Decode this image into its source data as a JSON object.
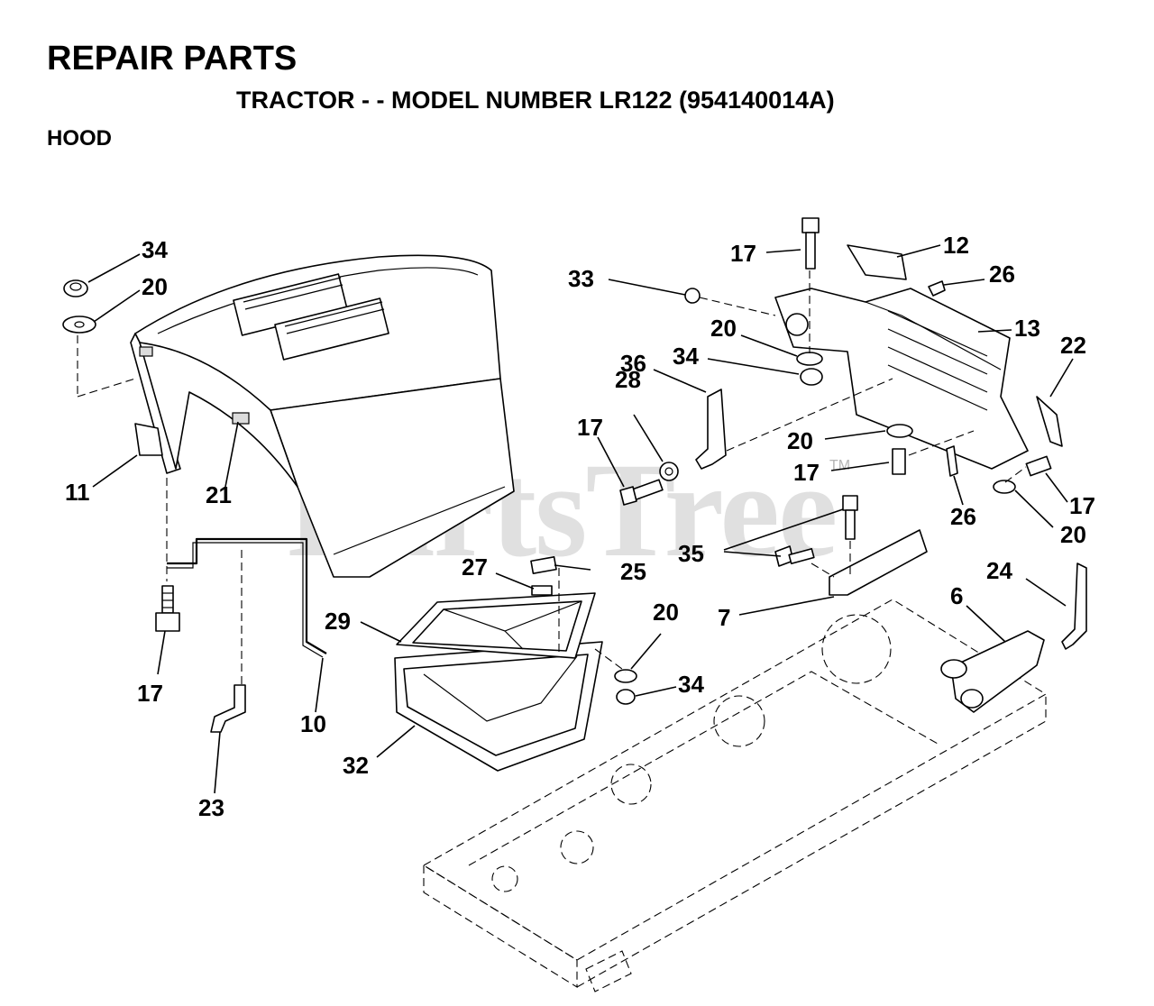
{
  "header": {
    "title": "REPAIR PARTS",
    "subtitle": "TRACTOR - - MODEL NUMBER LR122 (954140014A)",
    "section": "HOOD"
  },
  "watermark": {
    "text": "PartsTree",
    "tm": "TM"
  },
  "callouts": {
    "c34a": "34",
    "c20a": "20",
    "c11": "11",
    "c21": "21",
    "c17a": "17",
    "c10": "10",
    "c23": "23",
    "c27": "27",
    "c25": "25",
    "c29": "29",
    "c32": "32",
    "c20b": "20",
    "c34b": "34",
    "c33": "33",
    "c17b": "17",
    "c12": "12",
    "c26a": "26",
    "c13": "13",
    "c20c": "20",
    "c34c": "34",
    "c36": "36",
    "c28": "28",
    "c17c": "17",
    "c22": "22",
    "c20d": "20",
    "c17d": "17",
    "c26b": "26",
    "c17e": "17",
    "c20e": "20",
    "c35": "35",
    "c24": "24",
    "c7": "7",
    "c6": "6"
  }
}
